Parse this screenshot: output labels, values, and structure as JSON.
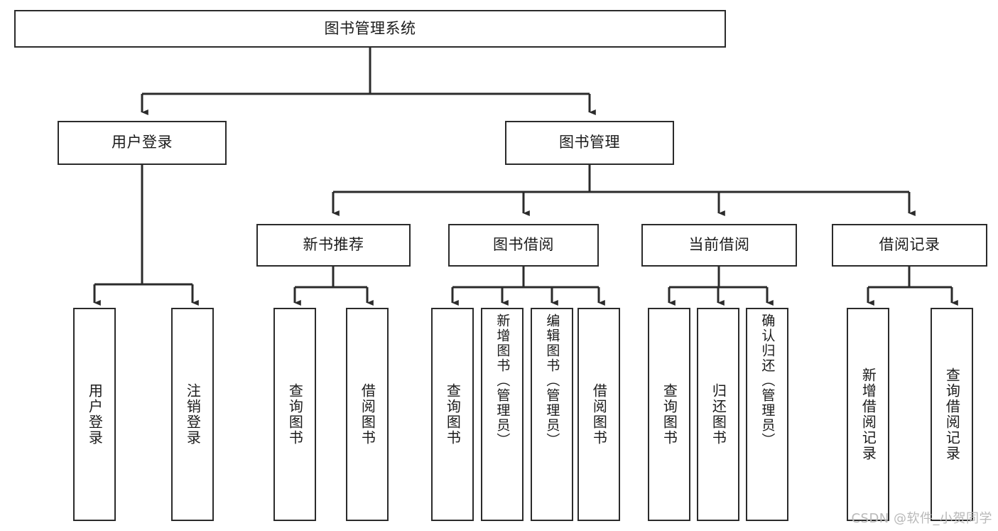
{
  "diagram": {
    "type": "tree-hierarchy-chart",
    "title": "图书管理系统",
    "line_color": "#2b2b2b",
    "text_color": "#1b1b1b",
    "background_color": "#ffffff",
    "watermark": "CSDN @软件_小贺同学",
    "levels": [
      {
        "level": 1,
        "nodes": [
          {
            "id": "root",
            "label": "图书管理系统",
            "orientation": "horizontal"
          }
        ]
      },
      {
        "level": 2,
        "nodes": [
          {
            "id": "login",
            "label": "用户登录",
            "orientation": "horizontal",
            "parent": "root"
          },
          {
            "id": "bookmgmt",
            "label": "图书管理",
            "orientation": "horizontal",
            "parent": "root"
          }
        ]
      },
      {
        "level": 3,
        "nodes": [
          {
            "id": "newbook",
            "label": "新书推荐",
            "orientation": "horizontal",
            "parent": "bookmgmt"
          },
          {
            "id": "borrow",
            "label": "图书借阅",
            "orientation": "horizontal",
            "parent": "bookmgmt"
          },
          {
            "id": "current",
            "label": "当前借阅",
            "orientation": "horizontal",
            "parent": "bookmgmt"
          },
          {
            "id": "records",
            "label": "借阅记录",
            "orientation": "horizontal",
            "parent": "bookmgmt"
          }
        ]
      },
      {
        "level": 4,
        "nodes": [
          {
            "id": "leaf-user-login",
            "label": "用户登录",
            "orientation": "vertical",
            "parent": "login"
          },
          {
            "id": "leaf-user-logout",
            "label": "注销登录",
            "orientation": "vertical",
            "parent": "login"
          },
          {
            "id": "leaf-query-book-1",
            "label": "查询图书",
            "orientation": "vertical",
            "parent": "newbook"
          },
          {
            "id": "leaf-borrow-book-1",
            "label": "借阅图书",
            "orientation": "vertical",
            "parent": "newbook"
          },
          {
            "id": "leaf-query-book-2",
            "label": "查询图书",
            "orientation": "vertical",
            "parent": "borrow"
          },
          {
            "id": "leaf-add-book",
            "label": "新增图书（管理员）",
            "orientation": "vertical",
            "parent": "borrow"
          },
          {
            "id": "leaf-edit-book",
            "label": "编辑图书（管理员）",
            "orientation": "vertical",
            "parent": "borrow"
          },
          {
            "id": "leaf-borrow-book-2",
            "label": "借阅图书",
            "orientation": "vertical",
            "parent": "borrow"
          },
          {
            "id": "leaf-query-book-3",
            "label": "查询图书",
            "orientation": "vertical",
            "parent": "current"
          },
          {
            "id": "leaf-return-book",
            "label": "归还图书",
            "orientation": "vertical",
            "parent": "current"
          },
          {
            "id": "leaf-confirm-return",
            "label": "确认归还（管理员）",
            "orientation": "vertical",
            "parent": "current"
          },
          {
            "id": "leaf-add-record",
            "label": "新增借阅记录",
            "orientation": "vertical",
            "parent": "records"
          },
          {
            "id": "leaf-query-record",
            "label": "查询借阅记录",
            "orientation": "vertical",
            "parent": "records"
          }
        ]
      }
    ]
  }
}
